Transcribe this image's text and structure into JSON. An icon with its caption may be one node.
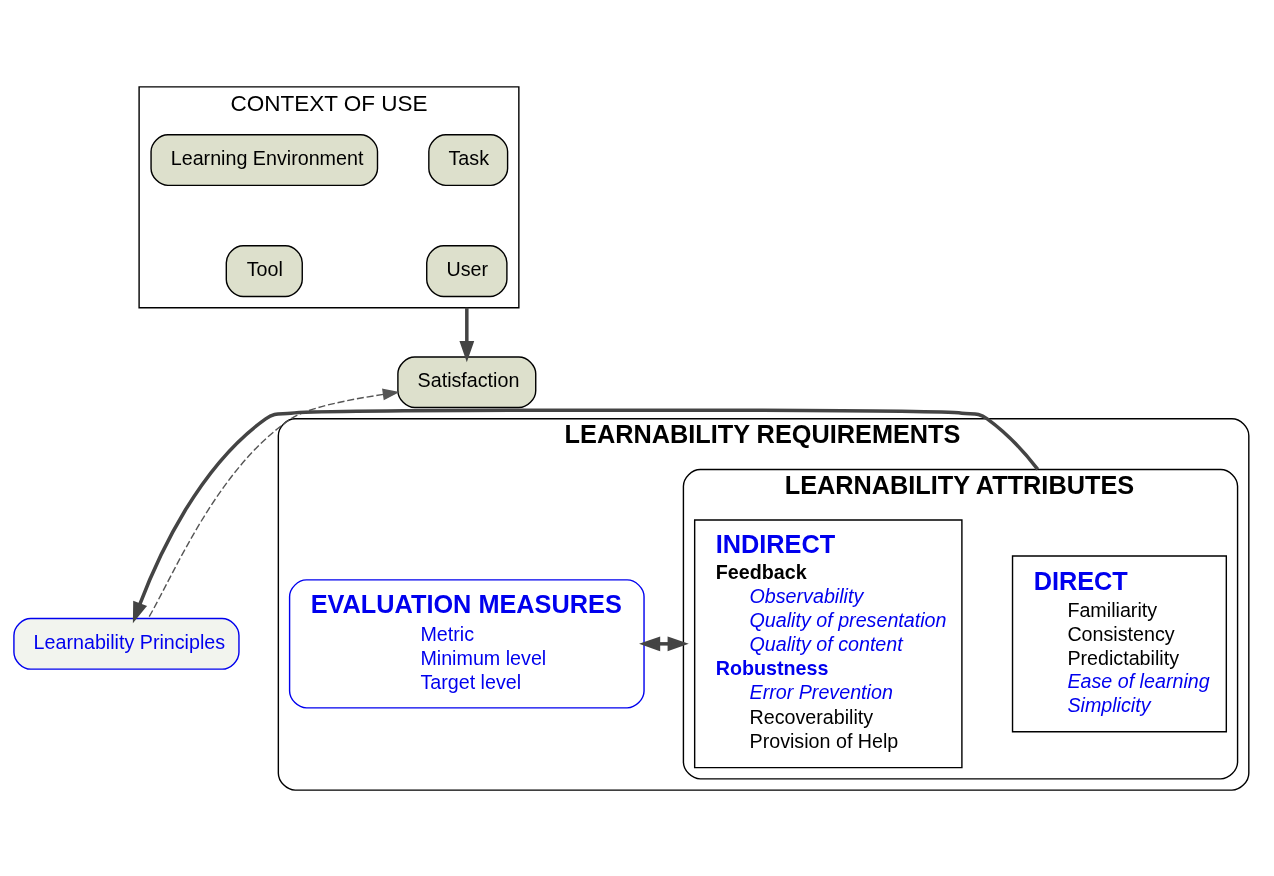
{
  "diagram": {
    "nodes": [
      {
        "text": [
          "CONTEXT OF USE"
        ]
      },
      {
        "text": [
          "Task"
        ],
        "in": 0
      },
      {
        "text": [
          "Learning Environment"
        ],
        "in": 0
      },
      {
        "text": [
          "User"
        ],
        "in": 0
      },
      {
        "text": [
          "Tool"
        ],
        "in": 0
      },
      {
        "text": [
          "Satisfaction"
        ]
      },
      {
        "text": [
          "Learnability Principles"
        ]
      },
      {
        "text": [
          "LEARNABILITY REQUIREMENTS"
        ]
      },
      {
        "text": [
          "LEARNABILITY ATTRIBUTES"
        ],
        "in": 7
      },
      {
        "text": [
          "DIRECT",
          "Familiarity",
          "Consistency",
          "Predictability",
          "Ease of learning",
          "Simplicity"
        ],
        "in": 8
      },
      {
        "text": [
          "INDIRECT",
          "Feedback",
          "Observability",
          "Quality of presentation",
          "Quality of content",
          "Robustness",
          "Error Prevention",
          "Recoverability",
          "Provision of Help"
        ],
        "in": 8
      },
      {
        "text": [
          "EVALUATION MEASURES",
          "Metric",
          "Minimum level",
          "Target level"
        ],
        "in": 7
      }
    ],
    "edges": [
      {
        "from": 0,
        "to": 5,
        "arrow": "to"
      },
      {
        "from": 6,
        "to": 5,
        "arrow": "to",
        "style": "dashed"
      },
      {
        "from": 8,
        "to": 6,
        "arrow": "to"
      },
      {
        "from": 8,
        "to": 11,
        "arrow": "both"
      }
    ]
  }
}
